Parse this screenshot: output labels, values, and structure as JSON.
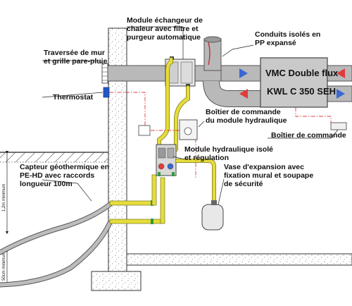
{
  "labels": {
    "module_echangeur": [
      "Module échangeur de",
      "chaleur avec filtre et",
      "purgeur automatique"
    ],
    "traversee": [
      "Traversée de mur",
      "et grille pare-pluie"
    ],
    "conduits": [
      "Conduits isolés en",
      "PP expansé"
    ],
    "vmc_line1": "VMC Double flux",
    "vmc_line2": "KWL C 350 SEH",
    "thermostat": "Thermostat",
    "boitier_hydraulique": [
      "Boîtier de commande",
      "du module hydraulique"
    ],
    "boitier_commande": "Boîtier de commande",
    "module_hydraulique": [
      "Module hydraulique isolé",
      "et régulation"
    ],
    "vase_expansion": [
      "Vase d'expansion avec",
      "fixation mural et soupape",
      "de sécurité"
    ],
    "capteur": [
      "Capteur géothermique en",
      "PE-HD avec raccords",
      "longueur 100m"
    ],
    "dim_12m": "1,2m minimum",
    "dim_50cm": "50cm minimum"
  },
  "colors": {
    "pipe_fill": "#b9b9b9",
    "pipe_stroke": "#555555",
    "vmc_fill": "#c9c9c9",
    "arrow_blue": "#3a67d6",
    "arrow_red": "#e23b3b",
    "flexible_pipe": "#e5dd3a",
    "control_wire": "#d94040",
    "thermostat": "#2356c8",
    "joint_green": "#2e9b3e"
  }
}
